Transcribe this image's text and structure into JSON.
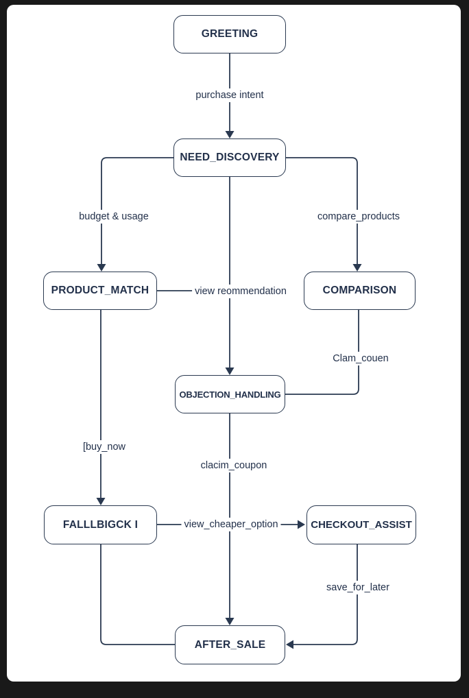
{
  "diagram": {
    "type": "flowchart",
    "nodes": [
      {
        "id": "greeting",
        "label": "GREETING"
      },
      {
        "id": "need_discovery",
        "label": "NEED_DISCOVERY"
      },
      {
        "id": "product_match",
        "label": "PRODUCT_MATCH"
      },
      {
        "id": "comparison",
        "label": "COMPARISON"
      },
      {
        "id": "objection_handling",
        "label": "OBJECTION_HANDLING"
      },
      {
        "id": "fallback",
        "label": "FALLLBIGCK I"
      },
      {
        "id": "checkout_assist",
        "label": "CHECKOUT_ASSIST"
      },
      {
        "id": "after_sale",
        "label": "AFTER_SALE"
      }
    ],
    "edges": [
      {
        "from": "GREETING",
        "to": "NEED_DISCOVERY",
        "label": "purchase intent"
      },
      {
        "from": "NEED_DISCOVERY",
        "to": "PRODUCT_MATCH",
        "label": "budget & usage"
      },
      {
        "from": "NEED_DISCOVERY",
        "to": "COMPARISON",
        "label": "compare_products"
      },
      {
        "from": "PRODUCT_MATCH",
        "to": "OBJECTION_HANDLING",
        "label": "view reommendation"
      },
      {
        "from": "COMPARISON",
        "to": "OBJECTION_HANDLING",
        "label": "Clam_couen"
      },
      {
        "from": "PRODUCT_MATCH",
        "to": "FALLLBIGCK I",
        "label": "[buy_now"
      },
      {
        "from": "OBJECTION_HANDLING",
        "to": "AFTER_SALE",
        "label": "clacim_coupon"
      },
      {
        "from": "FALLLBIGCK I",
        "to": "CHECKOUT_ASSIST",
        "label": "view_cheaper_option"
      },
      {
        "from": "CHECKOUT_ASSIST",
        "to": "AFTER_SALE",
        "label": "save_for_later"
      },
      {
        "from": "NEED_DISCOVERY",
        "to": "OBJECTION_HANDLING",
        "label": ""
      },
      {
        "from": "FALLLBIGCK I",
        "to": "AFTER_SALE",
        "label": ""
      }
    ],
    "colors": {
      "line": "#2a3950",
      "node_border": "#2a3950",
      "node_fill": "#ffffff",
      "text": "#22304a",
      "canvas": "#ffffff",
      "frame": "#191919"
    }
  }
}
